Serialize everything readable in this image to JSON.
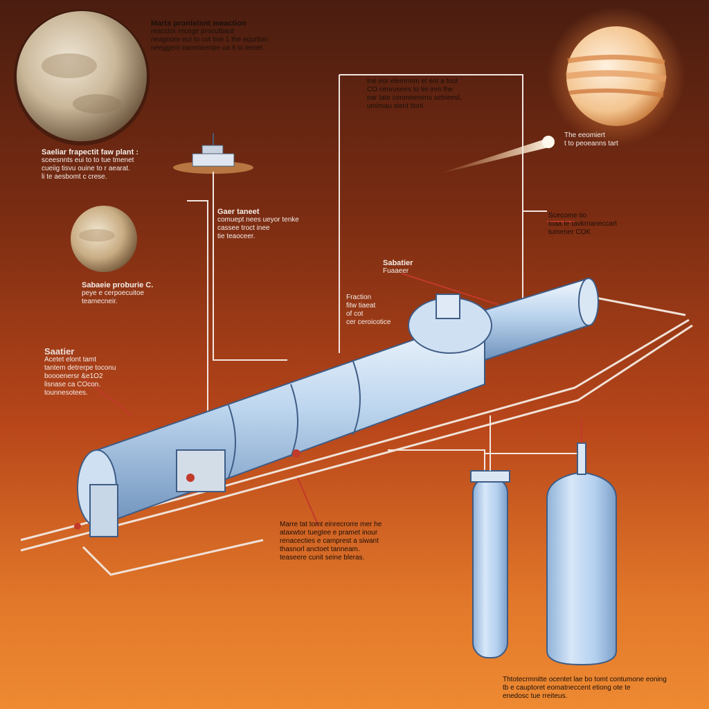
{
  "labels": {
    "mars_reaction": {
      "title": "Marts prontelsnt meaction",
      "lines": [
        "reacctor recege prooutbant",
        "neagoore eut to cot tine 1 the equrtion",
        "neeggent eammeenpe ua 6 to lemer."
      ]
    },
    "co_reaction": {
      "lines": [
        "Ine eor elemrmm et ent a tout",
        "CO cenrusees to tie inm the",
        "ear tate cenmeenens setrieesl,",
        "umimau stent tionl."
      ]
    },
    "sabatier_plant": {
      "title": "Saeliar frapectit faw plant :",
      "lines": [
        "sceesnnts eui to to tue tmenet",
        "cueiig tisvu ouine to r aearat.",
        "li te aesbomt c crese."
      ]
    },
    "comet": {
      "lines": [
        "The eeomiert",
        "t to peoeanns tart"
      ]
    },
    "gear_tank": {
      "title": "Gaer taneet",
      "lines": [
        "comuept nees ueyor tenke",
        "cassee troct inee",
        "tie teaoceer."
      ]
    },
    "secondary": {
      "lines": [
        "Scecome tio",
        "toaa te tavkrnaneccart",
        "tumener COK"
      ]
    },
    "sabatier_small": {
      "title": "Sabatier",
      "lines": [
        "Fuaaeer"
      ]
    },
    "sabatier_planet": {
      "title": "Sabaeie proburie C.",
      "lines": [
        "peye e cerpoecuitoe",
        "teamecneir."
      ]
    },
    "reaction_note": {
      "lines": [
        "Fraction",
        "fitw tiaeat",
        "of cot",
        "cer ceroicotice"
      ]
    },
    "sabatier_main": {
      "title": "Saatier",
      "lines": [
        "Acetet elont tamt",
        "tantem detrerpe toconu",
        "boooenersr &e1O2",
        "lisnase ca COcon.",
        "tounnesotees."
      ]
    },
    "mars_note": {
      "lines": [
        "Marre tat tomt einrecrorre mer he",
        "ataxwtor tuegtee e pramet inour",
        "renacecties e camprest a siwant",
        "thasnorl anctoet tanneam.",
        "teaseere cunit seine bleras."
      ]
    },
    "tanks_note": {
      "lines": [
        "Thtotecrmnitte ocentet lae bo tomt contumone eoning",
        "tb e cauptoret eomatneccent etiong ote te",
        "enedosc tue rreiteus."
      ]
    }
  },
  "colors": {
    "bg_top": "#4a1d10",
    "bg_bottom": "#ee8a32",
    "pipe_line": "#f3e7e2",
    "callout_red": "#c23a2a",
    "tank_body": "#b9d4ef",
    "tank_shadow": "#7da4cc"
  },
  "icons": [
    "mars-planet",
    "jupiter-planet",
    "moon-planet",
    "comet-streak",
    "space-station"
  ]
}
